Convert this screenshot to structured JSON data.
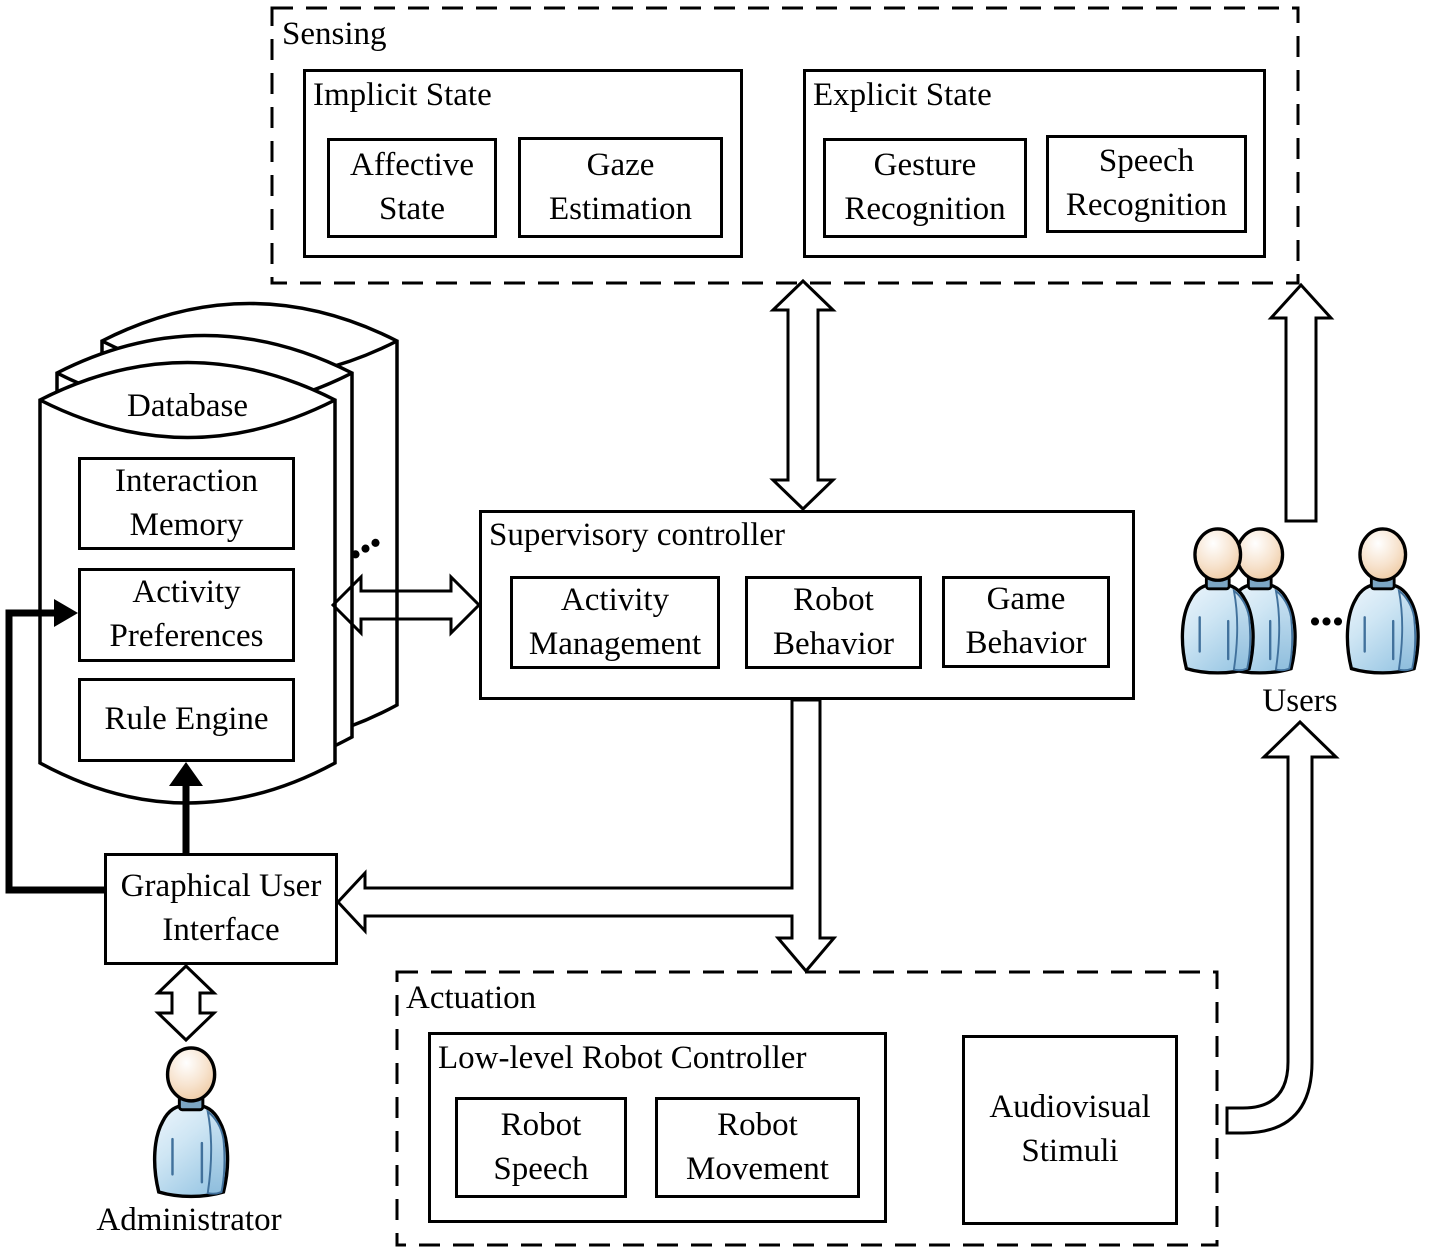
{
  "labels": {
    "sensing": "Sensing",
    "implicit_state": "Implicit State",
    "affective_state": "Affective State",
    "gaze_estimation": "Gaze Estimation",
    "explicit_state": "Explicit State",
    "gesture_recognition": "Gesture Recognition",
    "speech_recognition": "Speech Recognition",
    "database": "Database",
    "interaction_memory": "Interaction Memory",
    "activity_preferences": "Activity Preferences",
    "rule_engine": "Rule Engine",
    "supervisory_controller": "Supervisory controller",
    "activity_management": "Activity Management",
    "robot_behavior": "Robot Behavior",
    "game_behavior": "Game Behavior",
    "graphical_user_interface": "Graphical User Interface",
    "actuation": "Actuation",
    "low_level_robot_controller": "Low-level Robot Controller",
    "robot_speech": "Robot Speech",
    "robot_movement": "Robot Movement",
    "audiovisual_stimuli": "Audiovisual Stimuli",
    "users": "Users",
    "administrator": "Administrator",
    "database_stack_ellipsis": "...",
    "users_ellipsis": "..."
  },
  "icons": {
    "user_icon": "person-figure",
    "administrator_icon": "person-figure",
    "database_icon": "stacked-cylinders"
  },
  "colors": {
    "line": "#000000",
    "background": "#ffffff",
    "person_head": "#edc79e",
    "person_body_light": "#eef6fc",
    "person_body_dark": "#9dc9e5",
    "person_neck": "#7ca6c4",
    "person_crease": "#41719c"
  }
}
